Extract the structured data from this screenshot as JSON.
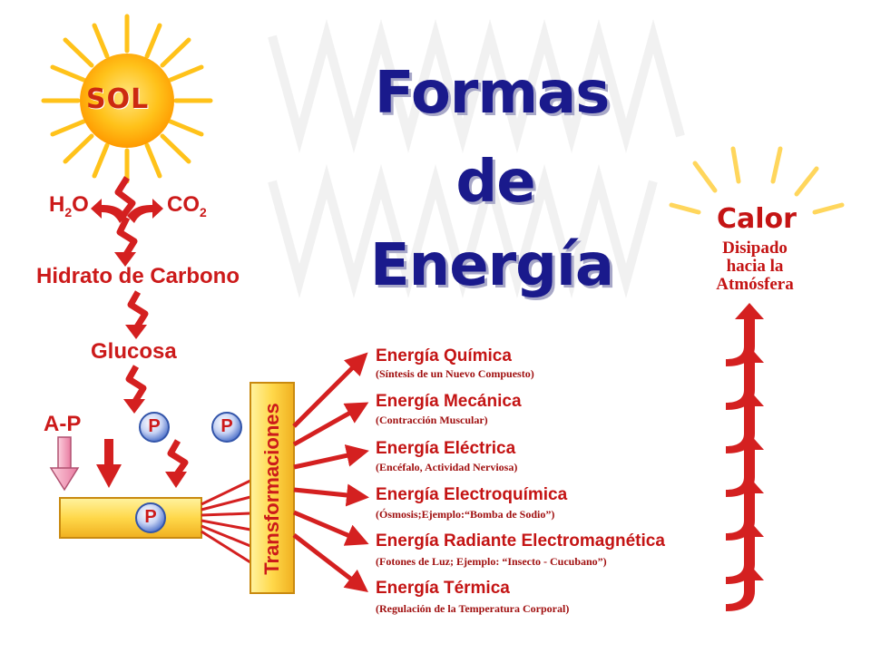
{
  "title": {
    "line1": "Formas",
    "line2": "de",
    "line3": "Energía"
  },
  "sun": {
    "label": "SOL"
  },
  "inputs": {
    "water": "H",
    "water_sub": "2",
    "water_end": "O",
    "co2": "CO",
    "co2_sub": "2"
  },
  "carbohydrate": "Hidrato de Carbono",
  "glucose": "Glucosa",
  "atp_label": "A-P",
  "phosphate": "P",
  "transform_label": "Transformaciones",
  "energies": [
    {
      "name": "Energía Química",
      "desc": "(Síntesis de un Nuevo Compuesto)"
    },
    {
      "name": "Energía Mecánica",
      "desc": "(Contracción Muscular)"
    },
    {
      "name": "Energía Eléctrica",
      "desc": "(Encéfalo, Actividad Nerviosa)"
    },
    {
      "name": "Energía Electroquímica",
      "desc": "(Ósmosis;Ejemplo:“Bomba de Sodio”)"
    },
    {
      "name": "Energía Radiante Electromagnética",
      "desc": "(Fotones de Luz; Ejemplo: “Insecto - Cucubano”)"
    },
    {
      "name": "Energía Térmica",
      "desc": "(Regulación de la Temperatura Corporal)"
    }
  ],
  "heat": {
    "label": "Calor",
    "line1": "Disipado",
    "line2": "hacia la",
    "line3": "Atmósfera"
  },
  "colors": {
    "arrow_red": "#d42020",
    "title_blue": "#1a1a8c",
    "sun_yellow": "#ffcc00",
    "sun_orange": "#ff9a00",
    "box_yellow": "#ffd84a",
    "p_circle_blue": "#5577cc",
    "atp_arrow_pink": "#f7a8c0"
  }
}
